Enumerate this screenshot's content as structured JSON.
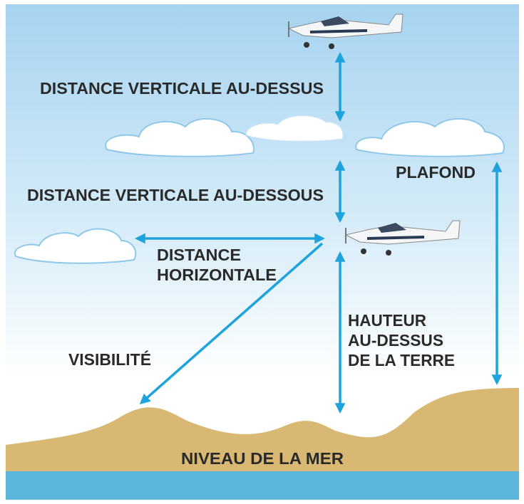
{
  "labels": {
    "above": "DISTANCE VERTICALE AU-DESSUS",
    "below": "DISTANCE VERTICALE AU-DESSOUS",
    "ceiling": "PLAFOND",
    "horizontal_1": "DISTANCE",
    "horizontal_2": "HORIZONTALE",
    "visibility": "VISIBILITÉ",
    "height_1": "HAUTEUR",
    "height_2": "AU-DESSUS",
    "height_3": "DE LA TERRE",
    "sea_level": "NIVEAU DE LA MER"
  },
  "colors": {
    "arrow": "#1ea3dc",
    "sky_top": "#a6d3f0",
    "ground": "#d8b873",
    "sea": "#5cb6dc"
  }
}
